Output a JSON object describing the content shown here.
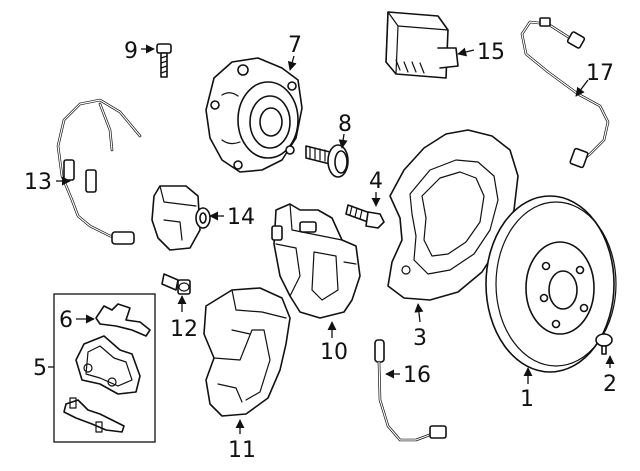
{
  "diagram": {
    "callouts": [
      {
        "id": "1",
        "label": "1"
      },
      {
        "id": "2",
        "label": "2"
      },
      {
        "id": "3",
        "label": "3"
      },
      {
        "id": "4",
        "label": "4"
      },
      {
        "id": "5",
        "label": "5"
      },
      {
        "id": "6",
        "label": "6"
      },
      {
        "id": "7",
        "label": "7"
      },
      {
        "id": "8",
        "label": "8"
      },
      {
        "id": "9",
        "label": "9"
      },
      {
        "id": "10",
        "label": "10"
      },
      {
        "id": "11",
        "label": "11"
      },
      {
        "id": "12",
        "label": "12"
      },
      {
        "id": "13",
        "label": "13"
      },
      {
        "id": "14",
        "label": "14"
      },
      {
        "id": "15",
        "label": "15"
      },
      {
        "id": "16",
        "label": "16"
      },
      {
        "id": "17",
        "label": "17"
      }
    ]
  },
  "colors": {
    "line": "#111111",
    "background": "#ffffff"
  }
}
